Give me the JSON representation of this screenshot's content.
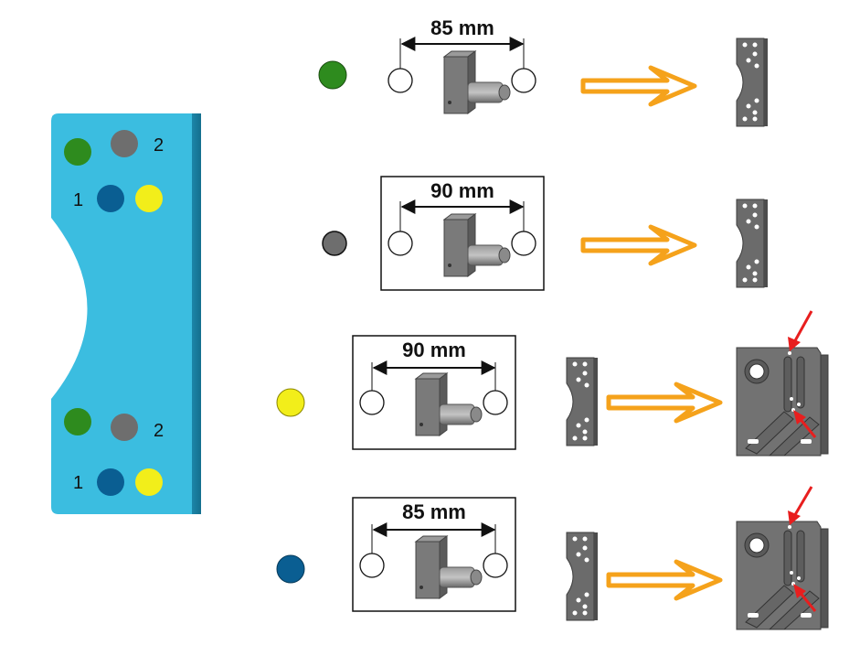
{
  "colors": {
    "green": "#2e8b1e",
    "gray": "#6e6e6e",
    "yellow": "#f2ee1a",
    "blue": "#0a5e92",
    "panel": "#3bbde0",
    "arrow": "#f5a21b",
    "red": "#e81e1e",
    "part": "#6b6b6b"
  },
  "panel": {
    "top_labels": {
      "left": "1",
      "right": "2"
    },
    "bottom_labels": {
      "left": "1",
      "right": "2"
    }
  },
  "rows": [
    {
      "marker": "green",
      "dimension": "85 mm",
      "boxed": false,
      "result": "bracket"
    },
    {
      "marker": "gray",
      "dimension": "90 mm",
      "boxed": true,
      "result": "bracket"
    },
    {
      "marker": "yellow",
      "dimension": "90 mm",
      "boxed": true,
      "result": "bracket-to-plate"
    },
    {
      "marker": "blue",
      "dimension": "85 mm",
      "boxed": true,
      "result": "bracket-to-plate"
    }
  ]
}
